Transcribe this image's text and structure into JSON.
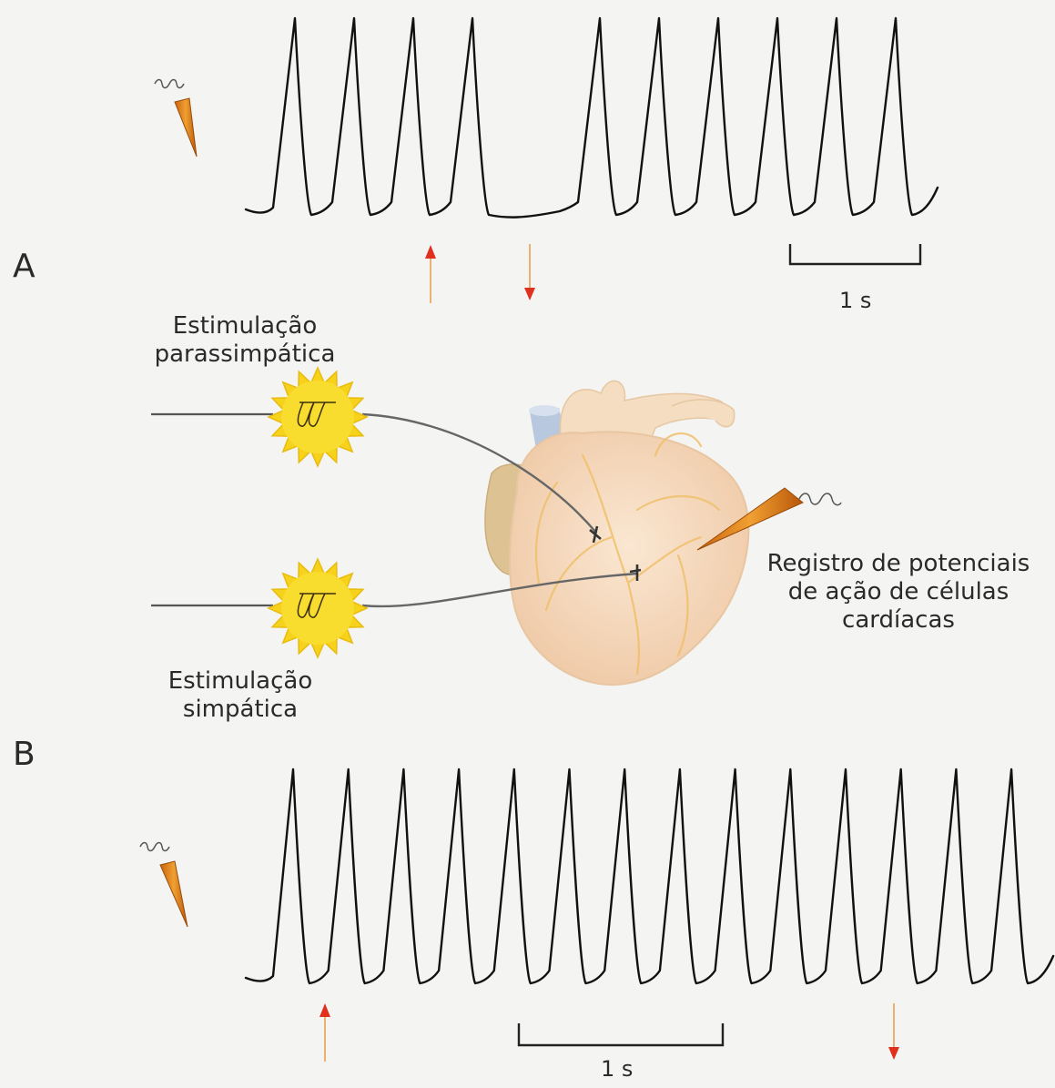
{
  "panel_a": {
    "letter": "A",
    "scale_label": "1 s"
  },
  "panel_b": {
    "letter": "B",
    "scale_label": "1 s"
  },
  "labels": {
    "parasympathetic_line1": "Estimulação",
    "parasympathetic_line2": "parassimpática",
    "sympathetic_line1": "Estimulação",
    "sympathetic_line2": "simpática",
    "recording_line1": "Registro de potenciais",
    "recording_line2": "de ação de células",
    "recording_line3": "cardíacas"
  },
  "colors": {
    "background": "#f4f4f2",
    "trace": "#111111",
    "arrow": "#e0301e",
    "arrow_shaft": "#e8a050",
    "stimulator": "#f6d21a",
    "heart": "#f3dcc0",
    "electrode": "#e58a1a"
  },
  "icons": [
    "electrode-icon",
    "stimulator-icon",
    "heart-illustration"
  ]
}
